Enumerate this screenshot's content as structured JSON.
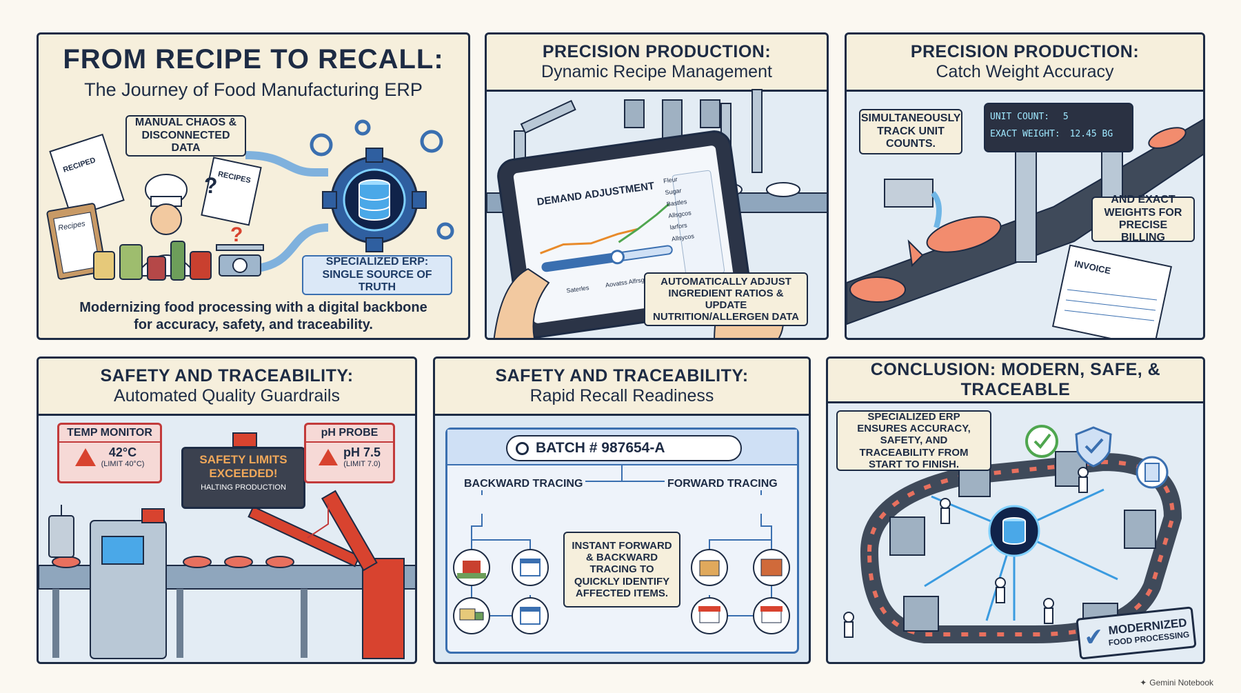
{
  "panel1": {
    "title_line1": "FROM RECIPE TO RECALL:",
    "title_line2": "The Journey of Food Manufacturing ERP",
    "callout_chaos": "MANUAL CHAOS & DISCONNECTED DATA",
    "callout_erp": "SPECIALIZED ERP: SINGLE SOURCE OF TRUTH",
    "subtitle_line1": "Modernizing food processing with a digital backbone",
    "subtitle_line2": "for accuracy, safety, and traceability.",
    "paper_label_recipes1": "RECIPED",
    "paper_label_recipes2": "RECIPES",
    "clipboard_label": "Recipes"
  },
  "panel2": {
    "title_line1": "PRECISION PRODUCTION:",
    "title_line2": "Dynamic Recipe Management",
    "tablet_title": "DEMAND ADJUSTMENT",
    "ingredient_flour": "Fleur",
    "ingredient_sugar": "Sugar",
    "ingredient_b": "Bastles",
    "ingredient_c": "Allsgcos",
    "ingredient_d": "larfors Allsycos",
    "footer_a": "Saterles",
    "footer_b": "Aovatss Alfrsgos",
    "callout": "AUTOMATICALLY ADJUST INGREDIENT RATIOS & UPDATE NUTRITION/ALLERGEN DATA"
  },
  "panel3": {
    "title_line1": "PRECISION PRODUCTION:",
    "title_line2": "Catch Weight Accuracy",
    "callout_units": "SIMULTANEOUSLY TRACK UNIT COUNTS.",
    "unit_count_label": "UNIT COUNT:",
    "unit_count_value": "5",
    "exact_weight_label": "EXACT WEIGHT:",
    "exact_weight_value": "12.45 BG",
    "callout_weights": "AND EXACT WEIGHTS FOR PRECISE BILLING",
    "invoice_label": "INVOICE"
  },
  "panel4": {
    "title_line1": "SAFETY AND TRACEABILITY:",
    "title_line2": "Automated Quality Guardrails",
    "temp_label": "TEMP MONITOR",
    "temp_value": "42°C",
    "temp_limit": "(LIMIT 40°C)",
    "alert_line1": "SAFETY LIMITS",
    "alert_line2": "EXCEEDED!",
    "alert_line3": "HALTING PRODUCTION",
    "ph_label": "pH PROBE",
    "ph_value": "pH 7.5",
    "ph_limit": "(LIMIT 7.0)"
  },
  "panel5": {
    "title_line1": "SAFETY AND TRACEABILITY:",
    "title_line2": "Rapid Recall Readiness",
    "search_value": "BATCH # 987654-A",
    "backward_label": "BACKWARD TRACING",
    "forward_label": "FORWARD TRACING",
    "callout": "INSTANT FORWARD & BACKWARD TRACING TO QUICKLY IDENTIFY AFFECTED ITEMS."
  },
  "panel6": {
    "title": "CONCLUSION: MODERN, SAFE, & TRACEABLE",
    "callout": "SPECIALIZED ERP ENSURES ACCURACY, SAFETY, AND TRACEABILITY FROM START TO FINISH.",
    "stamp_line1": "MODERNIZED",
    "stamp_line2": "FOOD PROCESSING"
  },
  "footer": {
    "brand": "Gemini Notebook"
  },
  "colors": {
    "navy": "#1d2b44",
    "cream": "#f6efdc",
    "panel_blue": "#dce8f3",
    "accent_blue": "#3a6fb0",
    "alert_red": "#c23a3a",
    "robot_red": "#d8432f"
  }
}
